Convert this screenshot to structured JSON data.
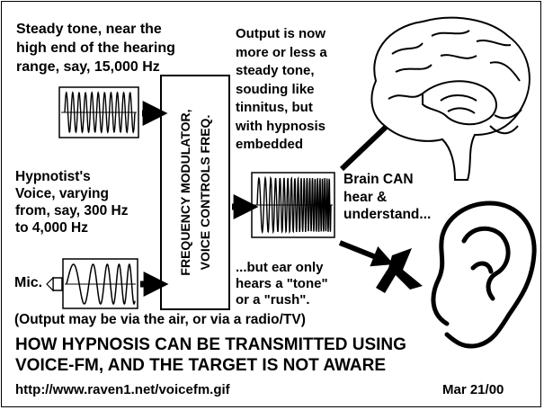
{
  "texts": {
    "steady_tone": "Steady tone, near the\nhigh end of the hearing\nrange, say,  15,000 Hz",
    "output_note": "Output is now\nmore or less a\nsteady tone,\nsouding like\ntinnitus, but\nwith hypnosis\nembedded",
    "hypnotist_voice": "Hypnotist's\nVoice, varying\nfrom, say, 300 Hz\nto 4,000 Hz",
    "mic": "Mic.",
    "modulator": "FREQUENCY MODULATOR,\nVOICE CONTROLS FREQ.",
    "brain_can": "Brain CAN\nhear &\nunderstand...",
    "ear_only": "...but ear only\nhears a \"tone\"\nor a \"rush\".",
    "output_via": "(Output may be via the air, or via a radio/TV)",
    "headline": "HOW HYPNOSIS CAN BE TRANSMITTED USING\nVOICE-FM, AND THE TARGET IS NOT AWARE",
    "url": "http://www.raven1.net/voicefm.gif",
    "date": "Mar 21/00"
  },
  "icons": {
    "brain": "brain-icon",
    "ear": "ear-icon",
    "microphone": "microphone-icon",
    "block": "x-mark-icon"
  },
  "colors": {
    "ink": "#000000",
    "background": "#ffffff"
  }
}
